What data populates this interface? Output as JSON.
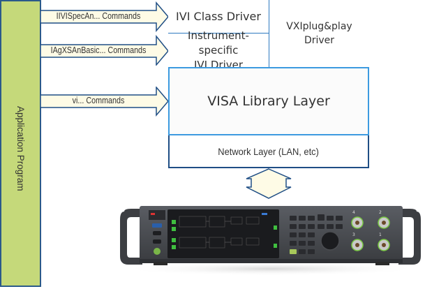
{
  "application": {
    "label": "Application Program",
    "fill": "#c5d97a",
    "border": "#2b5a8a"
  },
  "arrows": [
    {
      "label": "IIVISpecAn... Commands",
      "target": "IVI Class Driver"
    },
    {
      "label": "IAgXSAnBasic... Commands",
      "target": "Instrument-specific IVI Driver"
    },
    {
      "label": "vi... Commands",
      "target": "VISA Library Layer"
    }
  ],
  "arrow_style": {
    "fill": "#fefbe6",
    "stroke": "#1f4e85"
  },
  "stack": {
    "ivi_class": "IVI Class Driver",
    "ivi_specific_line1": "Instrument-specific",
    "ivi_specific_line2": "IVI Driver",
    "vxi_line1": "VXIplug&play",
    "vxi_line2": "Driver",
    "visa": "VISA Library Layer",
    "network": "Network Layer (LAN, etc)"
  },
  "connector": {
    "type": "bidirectional-arrow",
    "from": "Network Layer",
    "to": "Instrument"
  },
  "instrument": {
    "description": "Keysight bench instrument, front panel",
    "ports": [
      "4",
      "2",
      "3",
      "1"
    ]
  }
}
